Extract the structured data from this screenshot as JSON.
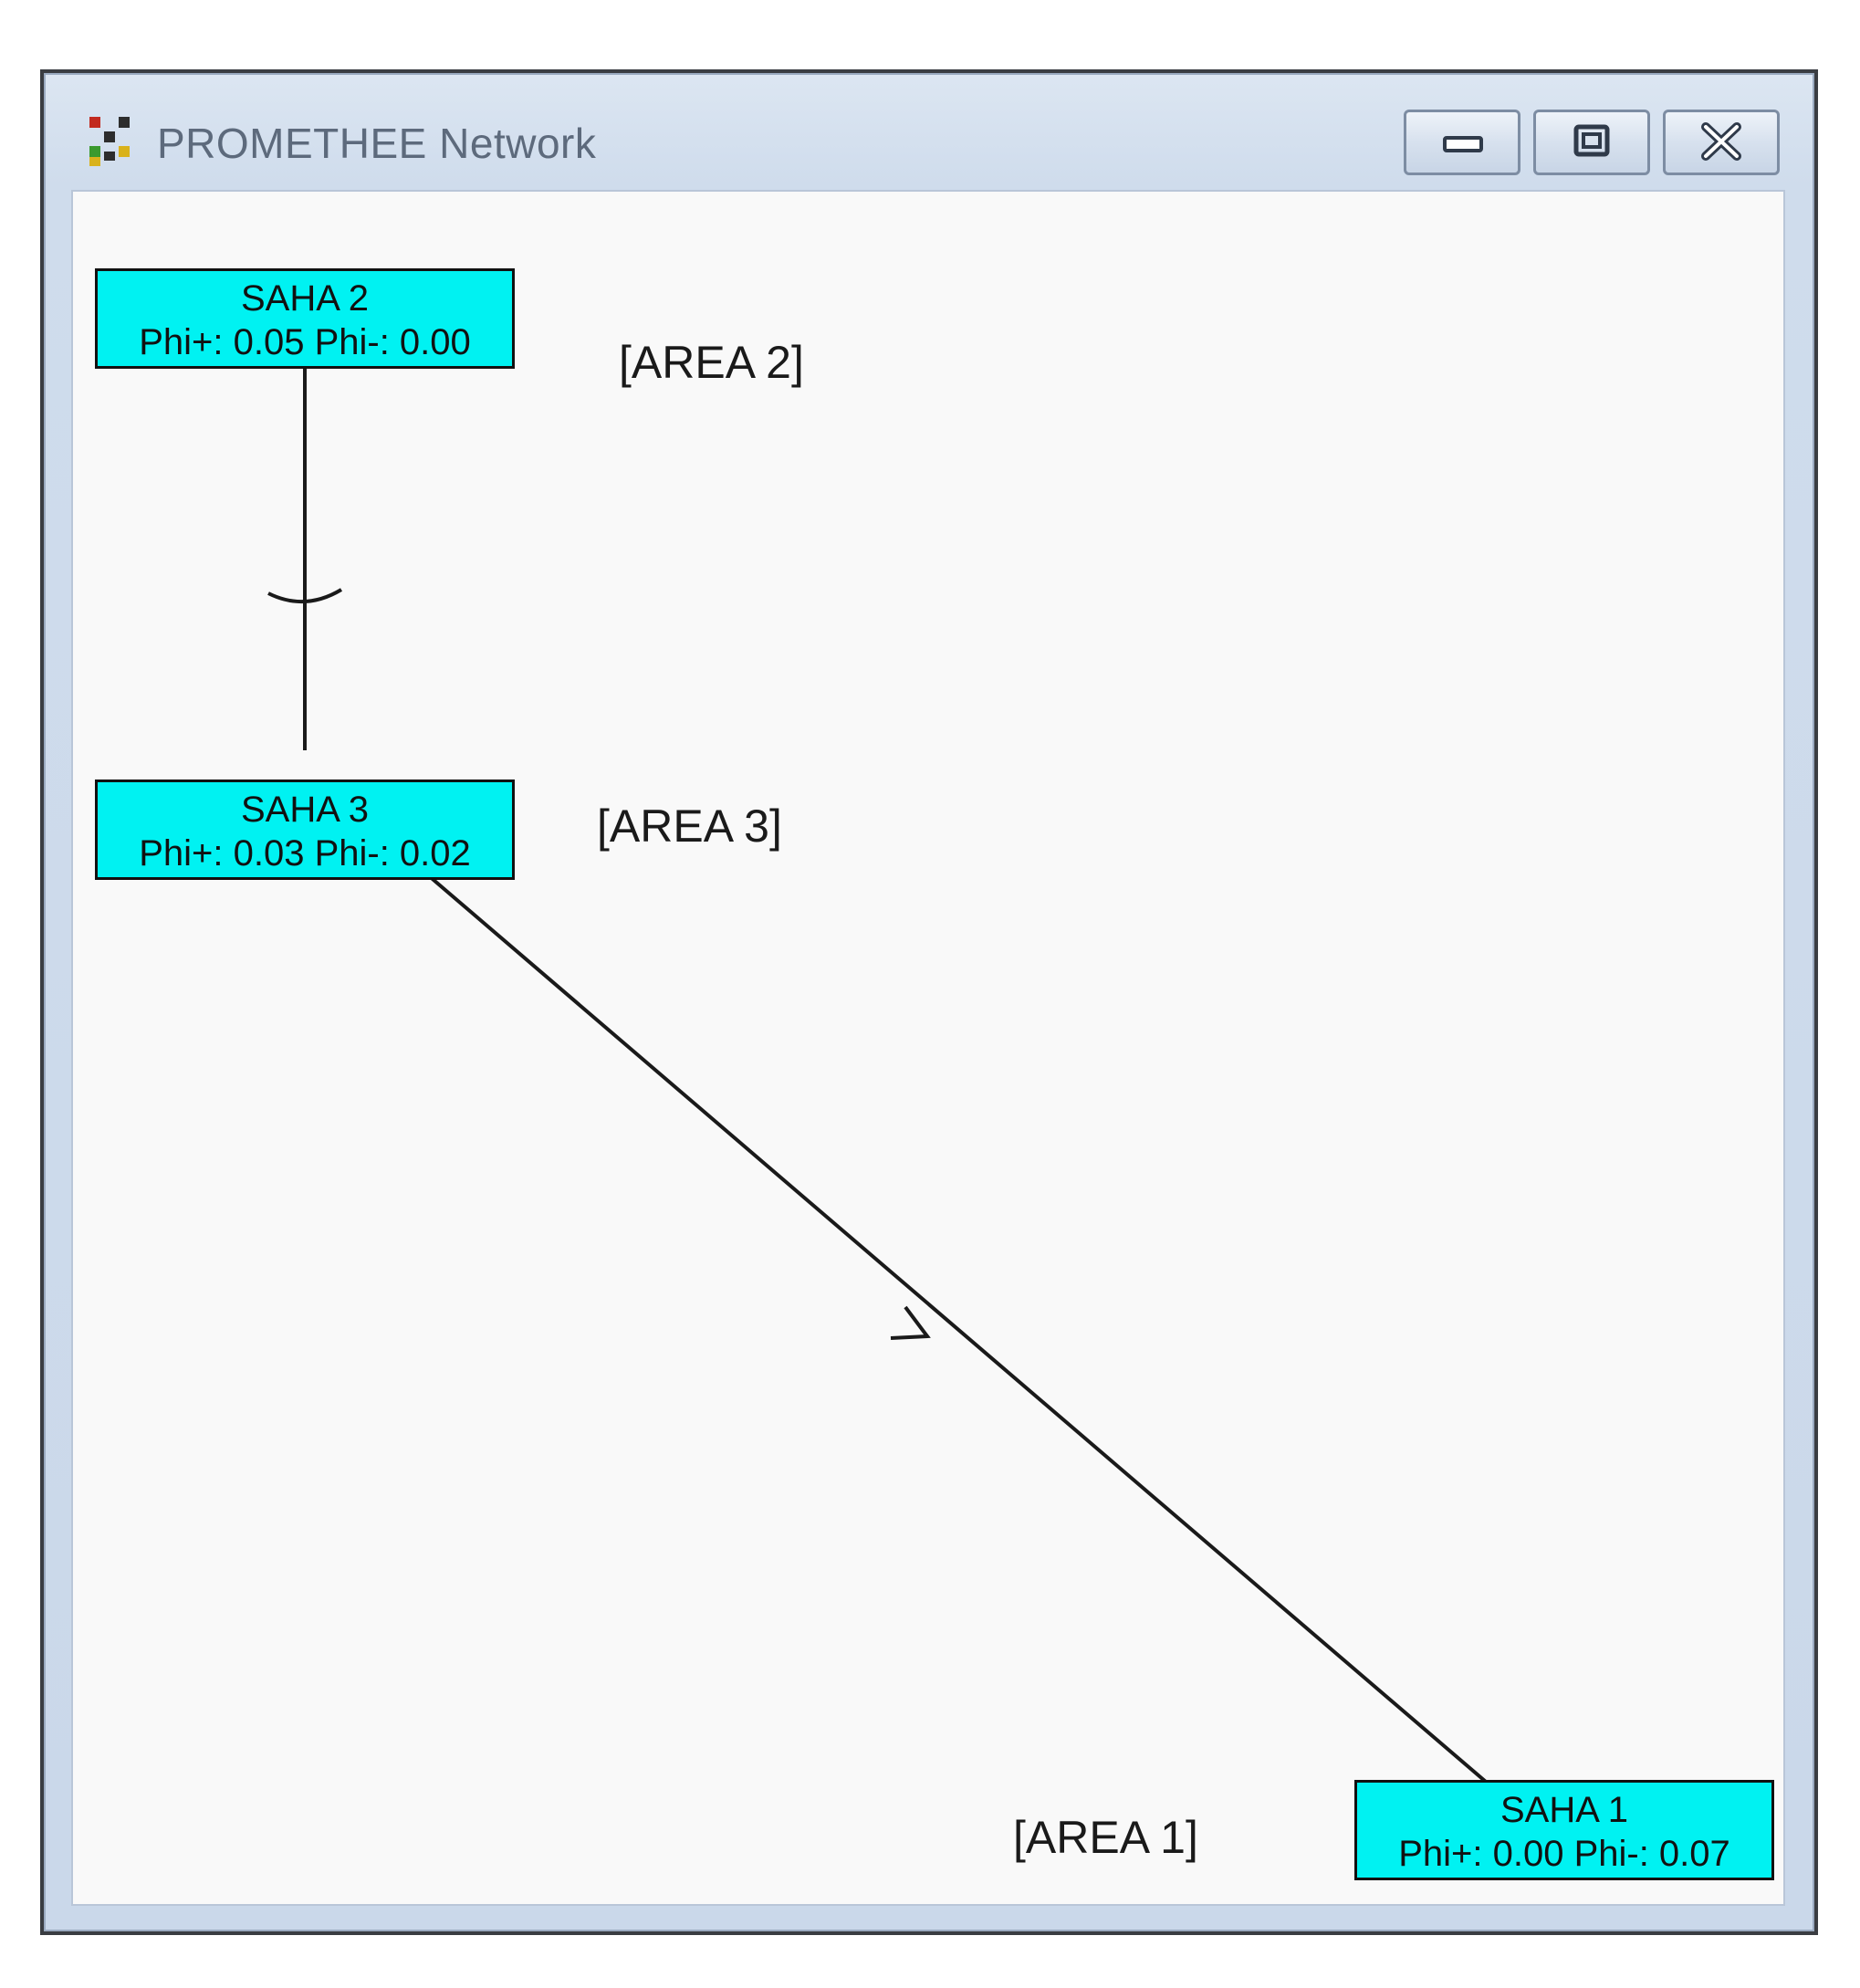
{
  "window": {
    "title": "PROMETHEE Network",
    "icon": "promethee-app-icon"
  },
  "controls": {
    "minimize_icon": "minimize-icon",
    "maximize_icon": "maximize-icon",
    "close_icon": "close-icon"
  },
  "nodes": [
    {
      "id": "saha2",
      "name": "SAHA 2",
      "phi": "Phi+: 0.05  Phi-: 0.00",
      "area": "[AREA 2]"
    },
    {
      "id": "saha3",
      "name": "SAHA 3",
      "phi": "Phi+: 0.03  Phi-: 0.02",
      "area": "[AREA 3]"
    },
    {
      "id": "saha1",
      "name": "SAHA 1",
      "phi": "Phi+: 0.00  Phi-: 0.07",
      "area": "[AREA 1]"
    }
  ],
  "edges": [
    {
      "from": "SAHA 2",
      "to": "SAHA 3"
    },
    {
      "from": "SAHA 3",
      "to": "SAHA 1"
    }
  ],
  "colors": {
    "node_fill": "#00f2f2",
    "edge": "#1a1a1a",
    "canvas": "#f9f9f9"
  }
}
